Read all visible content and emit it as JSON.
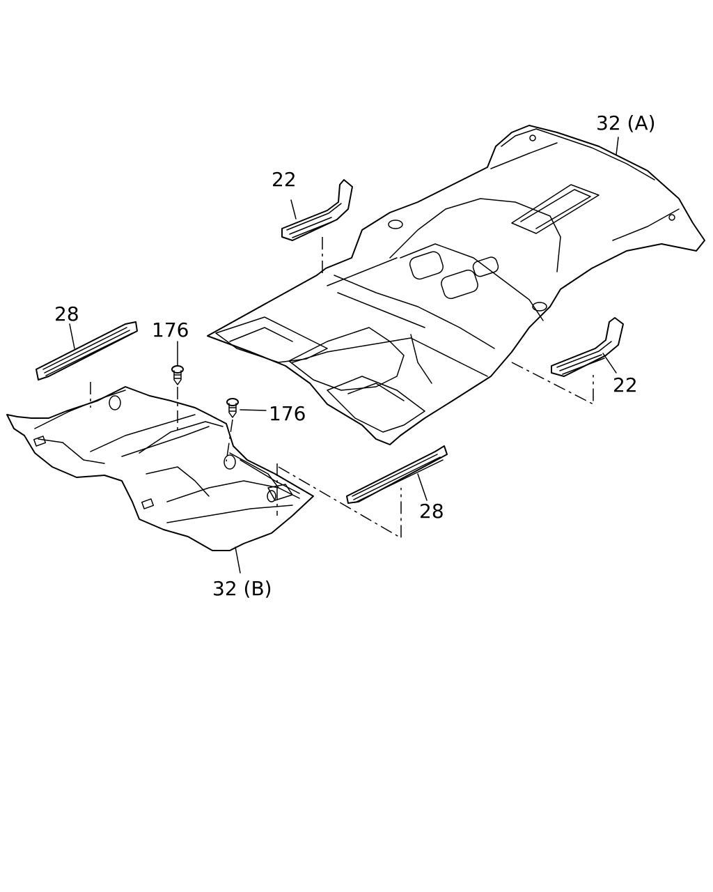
{
  "labels": {
    "mat_front": "32 (A)",
    "mat_rear": "32 (B)",
    "trim_rear_left": "22",
    "trim_rear_right": "22",
    "scuff_front_left": "28",
    "scuff_front_right": "28",
    "clip_left": "176",
    "clip_right": "176"
  }
}
